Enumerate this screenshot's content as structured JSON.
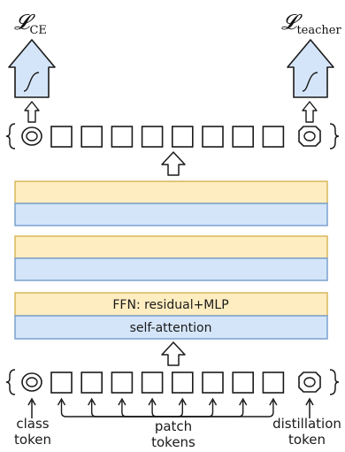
{
  "diagram": {
    "losses": {
      "left": {
        "symbol": "𝓛",
        "subscript": "CE"
      },
      "right": {
        "symbol": "𝓛",
        "subscript": "teacher"
      }
    },
    "blocks": {
      "ffn_label": "FFN: residual+MLP",
      "attention_label": "self-attention"
    },
    "input_labels": {
      "class_line1": "class",
      "class_line2": "token",
      "patch_line1": "patch",
      "patch_line2": "tokens",
      "distill_line1": "distillation",
      "distill_line2": "token"
    },
    "colors": {
      "ffn_fill": "#fdedc0",
      "ffn_stroke": "#d9b75a",
      "attn_fill": "#d4e5f9",
      "attn_stroke": "#7aa0cf",
      "head_fill": "#d4e5f9",
      "stroke": "#1a1a1a"
    },
    "patch_token_count": 8,
    "blank_layer_count": 2
  }
}
